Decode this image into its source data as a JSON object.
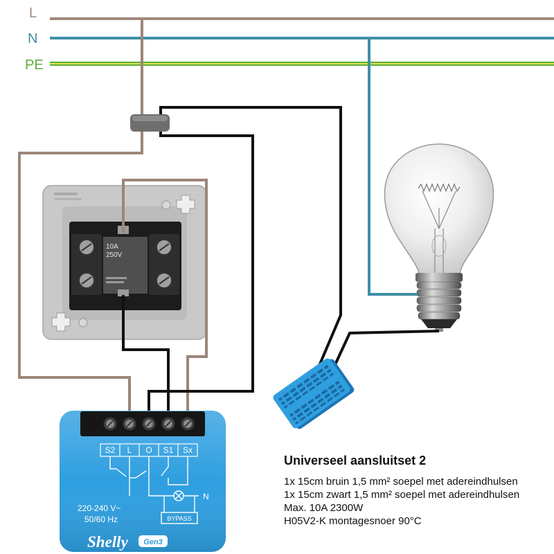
{
  "lines": [
    {
      "label": "L",
      "color": "#a08a7e"
    },
    {
      "label": "N",
      "color": "#3f8fa5"
    },
    {
      "label": "PE",
      "color": "#5cae3c",
      "stripe_color": "#d9e44c"
    }
  ],
  "wire_colors": {
    "brown": "#9c8679",
    "black": "#111111",
    "blue": "#3f8fa5"
  },
  "switch": {
    "rating_current": "10A",
    "rating_voltage": "250V"
  },
  "shelly": {
    "color": "#2f9fe0",
    "terminals": [
      "S2",
      "L",
      "O",
      "S1",
      "Sx"
    ],
    "voltage": "220-240 V~",
    "frequency": "50/60 Hz",
    "neutral_label": "N",
    "bypass_label": "BYPASS",
    "brand": "Shelly",
    "generation": "Gen3"
  },
  "bypass_module": {
    "color": "#2f9fe0"
  },
  "info": {
    "title": "Universeel aansluitset 2",
    "items": [
      "1x 15cm bruin 1,5 mm² soepel met adereindhulsen",
      "1x 15cm zwart 1,5 mm² soepel met adereindhulsen",
      "Max. 10A 2300W",
      "H05V2-K montagesnoer 90°C"
    ]
  }
}
